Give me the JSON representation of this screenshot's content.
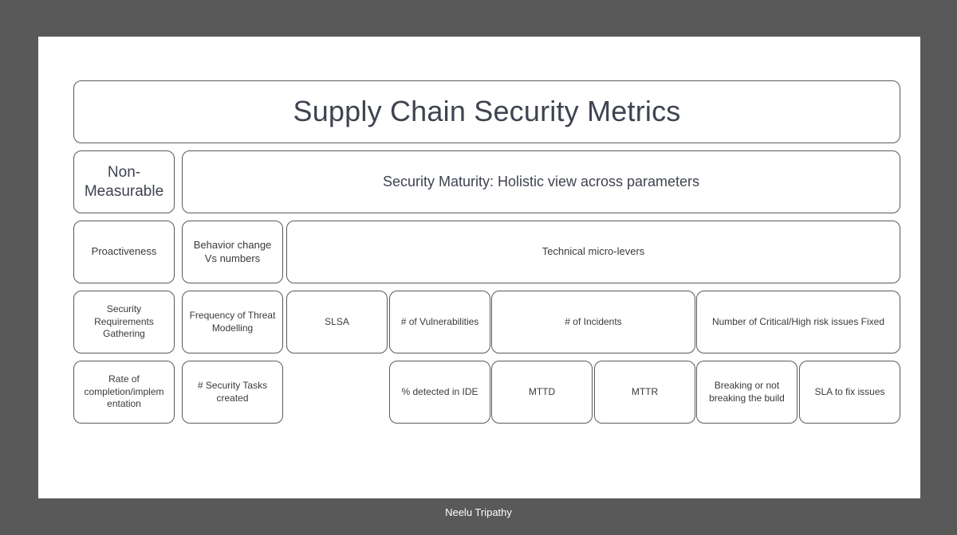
{
  "title": "Supply Chain Security Metrics",
  "row1": {
    "non_measurable": "Non-\nMeasurable",
    "security_maturity": "Security Maturity: Holistic view across parameters"
  },
  "row2": {
    "proactiveness": "Proactiveness",
    "behavior_change": "Behavior change\nVs numbers",
    "technical_micro_levers": "Technical micro-levers"
  },
  "row3": {
    "security_requirements": "Security\nRequirements\nGathering",
    "threat_modelling": "Frequency of Threat\nModelling",
    "slsa": "SLSA",
    "vulnerabilities": "# of Vulnerabilities",
    "incidents": "# of Incidents",
    "critical_fixed": "Number of Critical/High risk issues Fixed"
  },
  "row4": {
    "completion_rate": "Rate of\ncompletion/implem\nentation",
    "security_tasks": "# Security Tasks\ncreated",
    "detected_ide": "% detected in IDE",
    "mttd": "MTTD",
    "mttr": "MTTR",
    "breaking_build": "Breaking or not\nbreaking the build",
    "sla_fix": "SLA to fix issues"
  },
  "presenter": "Neelu Tripathy"
}
